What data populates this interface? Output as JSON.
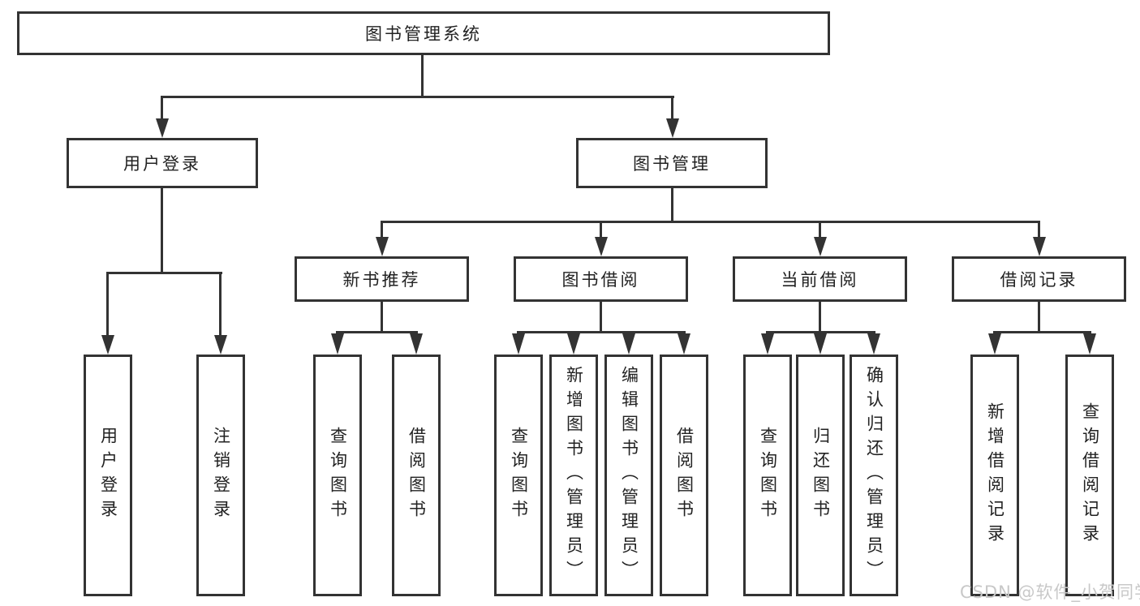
{
  "diagram": {
    "root": {
      "label": "图书管理系统"
    },
    "branches": [
      {
        "label": "用户登录",
        "children": [
          {
            "label": "用户登录"
          },
          {
            "label": "注销登录"
          }
        ]
      },
      {
        "label": "图书管理",
        "children": [
          {
            "label": "新书推荐",
            "children": [
              {
                "label": "查询图书"
              },
              {
                "label": "借阅图书"
              }
            ]
          },
          {
            "label": "图书借阅",
            "children": [
              {
                "label": "查询图书"
              },
              {
                "label": "新增图书（管理员）"
              },
              {
                "label": "编辑图书（管理员）"
              },
              {
                "label": "借阅图书"
              }
            ]
          },
          {
            "label": "当前借阅",
            "children": [
              {
                "label": "查询图书"
              },
              {
                "label": "归还图书"
              },
              {
                "label": "确认归还（管理员）"
              }
            ]
          },
          {
            "label": "借阅记录",
            "children": [
              {
                "label": "新增借阅记录"
              },
              {
                "label": "查询借阅记录"
              }
            ]
          }
        ]
      }
    ]
  },
  "watermark": {
    "text": "CSDN @软件_小贺同学"
  },
  "colors": {
    "line": "#333333",
    "text": "#222222",
    "watermark": "#c8c8c8",
    "bg": "#ffffff"
  }
}
